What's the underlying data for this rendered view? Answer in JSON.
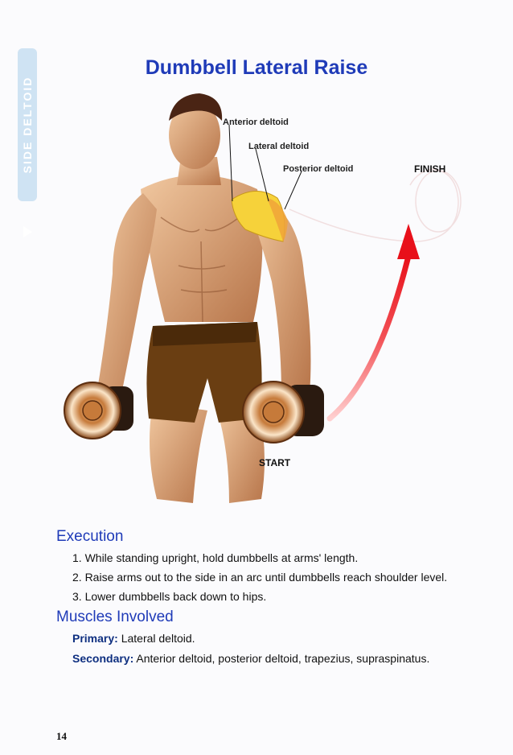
{
  "side_tab": {
    "label": "SIDE DELTOID"
  },
  "title": "Dumbbell Lateral Raise",
  "illustration": {
    "annotations": {
      "anterior": "Anterior deltoid",
      "lateral": "Lateral deltoid",
      "posterior": "Posterior deltoid"
    },
    "finish_label": "FINISH",
    "start_label": "START",
    "colors": {
      "arrow": "#e8101a",
      "muscle": "#f6d23a",
      "skin": "#d99b6c",
      "shorts": "#6a3e12"
    }
  },
  "execution": {
    "heading": "Execution",
    "steps": [
      "1. While standing upright, hold dumbbells at arms' length.",
      "2. Raise arms out to the side in an arc until dumbbells reach shoulder level.",
      "3. Lower dumbbells back down to hips."
    ]
  },
  "muscles": {
    "heading": "Muscles Involved",
    "primary_label": "Primary:",
    "primary_value": " Lateral deltoid.",
    "secondary_label": "Secondary:",
    "secondary_value": " Anterior deltoid, posterior deltoid, trapezius, supraspinatus."
  },
  "page_number": "14"
}
